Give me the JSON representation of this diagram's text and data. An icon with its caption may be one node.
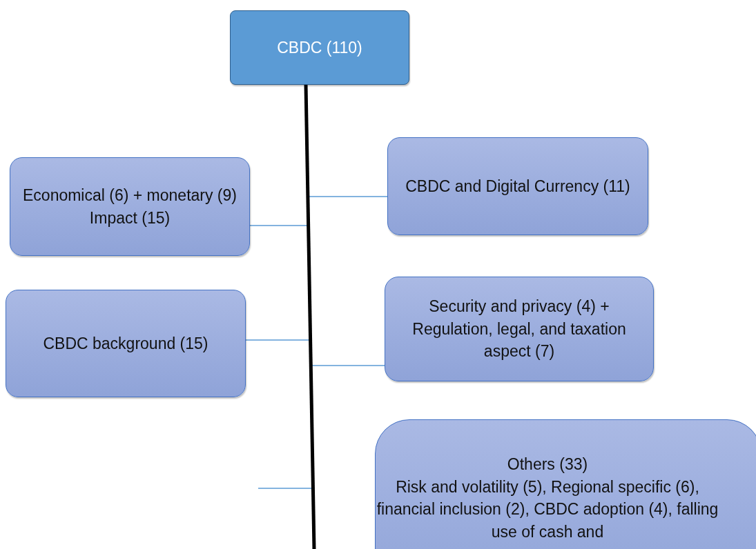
{
  "diagram": {
    "nodes": [
      {
        "text": [
          "CBDC (110)"
        ]
      },
      {
        "text": [
          "Economical (6) + monetary (9) Impact (15)"
        ]
      },
      {
        "text": [
          "CBDC and Digital Currency (11)"
        ]
      },
      {
        "text": [
          "CBDC background (15)"
        ]
      },
      {
        "text": [
          "Security and privacy (4) + Regulation, legal, and taxation aspect (7)"
        ]
      },
      {
        "text": [
          "Others (33)",
          "Risk and volatility (5), Regional specific (6), financial inclusion (2), CBDC adoption (4), falling use of cash and"
        ]
      }
    ],
    "edges": [
      {
        "from": 0,
        "to": 1,
        "arrow": "none"
      },
      {
        "from": 0,
        "to": 2,
        "arrow": "none"
      },
      {
        "from": 0,
        "to": 3,
        "arrow": "none"
      },
      {
        "from": 0,
        "to": 4,
        "arrow": "none"
      },
      {
        "from": 0,
        "to": null,
        "arrow": "none"
      }
    ]
  }
}
